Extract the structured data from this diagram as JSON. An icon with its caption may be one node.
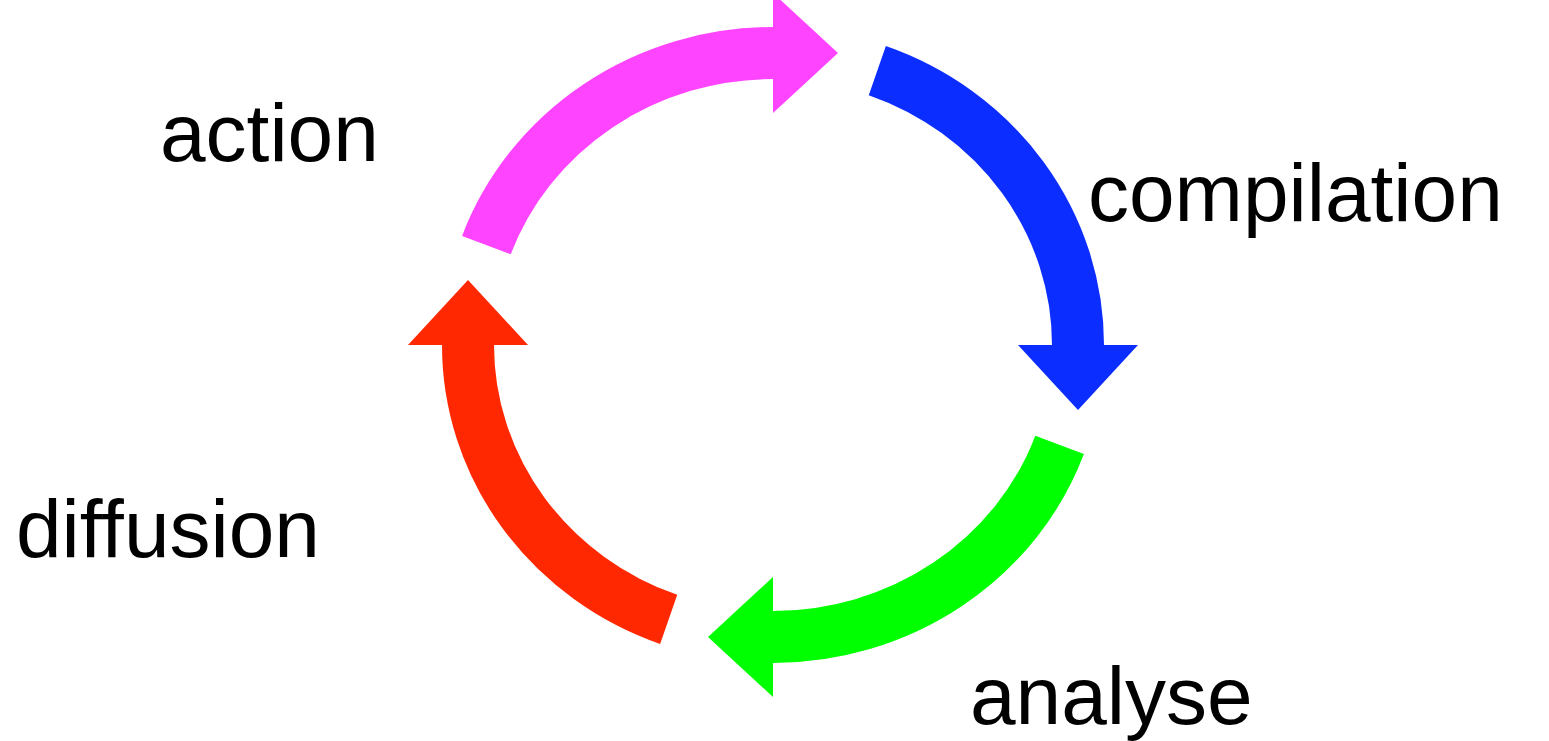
{
  "diagram": {
    "labels": [
      "action",
      "compilation",
      "analyse",
      "diffusion"
    ]
  }
}
